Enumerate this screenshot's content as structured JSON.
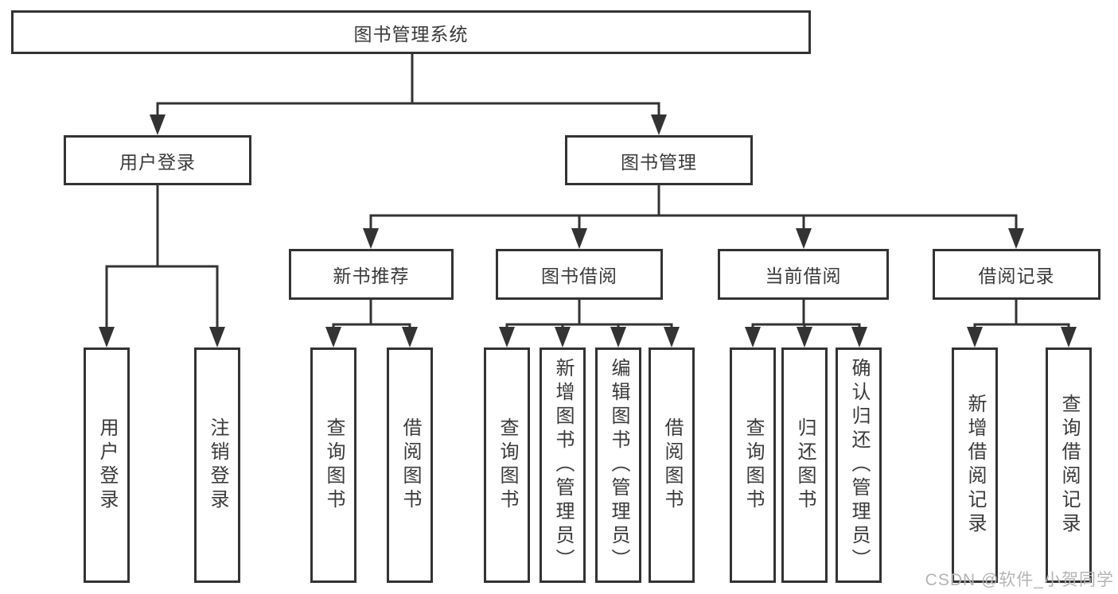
{
  "root": {
    "label": "图书管理系统"
  },
  "level2": {
    "user_login": "用户登录",
    "book_management": "图书管理"
  },
  "level3": {
    "new_book_recommend": "新书推荐",
    "book_borrow": "图书借阅",
    "current_borrow": "当前借阅",
    "borrow_records": "借阅记录"
  },
  "leaves": {
    "user_login": "用户登录",
    "logout": "注销登录",
    "query_books_recommend": "查询图书",
    "borrow_books_recommend": "借阅图书",
    "query_books_borrow": "查询图书",
    "add_book_admin": "新增图书（管理员）",
    "edit_book_admin": "编辑图书（管理员）",
    "borrow_books_borrow": "借阅图书",
    "query_books_current": "查询图书",
    "return_books": "归还图书",
    "confirm_return_admin": "确认归还（管理员）",
    "add_borrow_record": "新增借阅记录",
    "query_borrow_record": "查询借阅记录"
  },
  "watermark": "CSDN @软件_小贺同学",
  "colors": {
    "line": "#333333",
    "text": "#3a3a3a",
    "watermark": "#b4b4b4"
  }
}
